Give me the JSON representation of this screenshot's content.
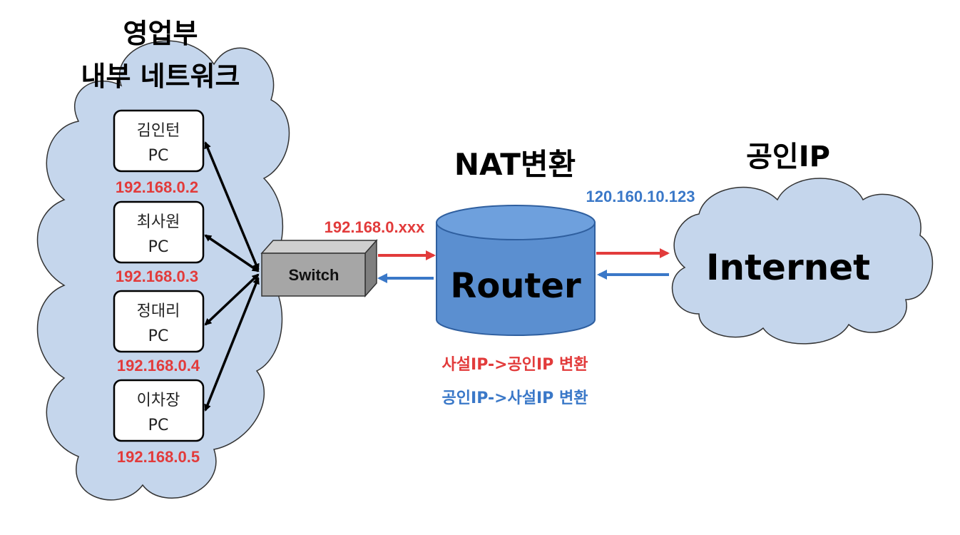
{
  "network_title_line1": "영업부",
  "network_title_line2": "내부 네트워크",
  "pcs": [
    {
      "name": "김인턴",
      "type": "PC",
      "ip": "192.168.0.2"
    },
    {
      "name": "최사원",
      "type": "PC",
      "ip": "192.168.0.3"
    },
    {
      "name": "정대리",
      "type": "PC",
      "ip": "192.168.0.4"
    },
    {
      "name": "이차장",
      "type": "PC",
      "ip": "192.168.0.5"
    }
  ],
  "switch_label": "Switch",
  "private_ip_range": "192.168.0.xxx",
  "nat_title": "NAT변환",
  "router_label": "Router",
  "public_ip": "120.160.10.123",
  "public_title": "공인IP",
  "internet_label": "Internet",
  "conversion_out": "사설IP->공인IP 변환",
  "conversion_in": "공인IP->사설IP 변환",
  "colors": {
    "cloud_fill": "#c5d6ec",
    "router_fill": "#5b8fd0",
    "switch_fill": "#a6a6a6",
    "red": "#e23b3b",
    "blue": "#3a78c8"
  }
}
